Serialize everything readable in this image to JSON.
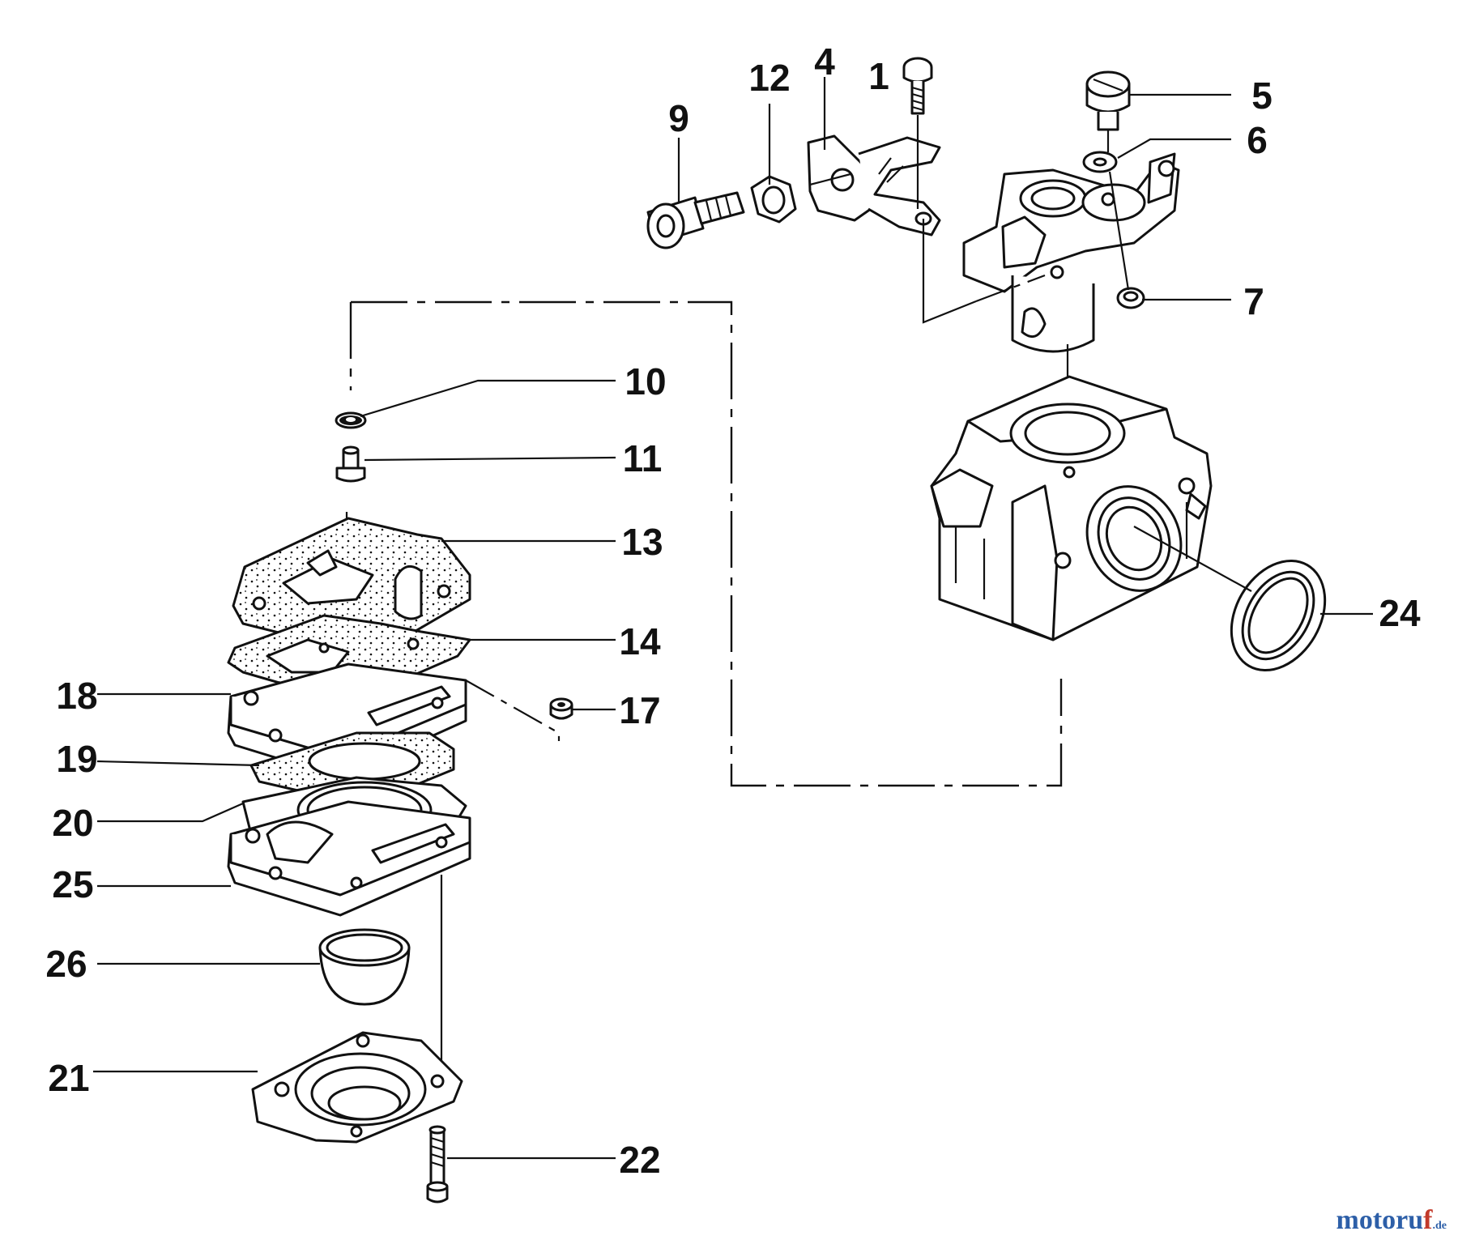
{
  "callouts": [
    {
      "id": "1",
      "label": "1"
    },
    {
      "id": "4",
      "label": "4"
    },
    {
      "id": "5",
      "label": "5"
    },
    {
      "id": "6",
      "label": "6"
    },
    {
      "id": "7",
      "label": "7"
    },
    {
      "id": "9",
      "label": "9"
    },
    {
      "id": "10",
      "label": "10"
    },
    {
      "id": "11",
      "label": "11"
    },
    {
      "id": "12",
      "label": "12"
    },
    {
      "id": "13",
      "label": "13"
    },
    {
      "id": "14",
      "label": "14"
    },
    {
      "id": "17",
      "label": "17"
    },
    {
      "id": "18",
      "label": "18"
    },
    {
      "id": "19",
      "label": "19"
    },
    {
      "id": "20",
      "label": "20"
    },
    {
      "id": "21",
      "label": "21"
    },
    {
      "id": "22",
      "label": "22"
    },
    {
      "id": "24",
      "label": "24"
    },
    {
      "id": "25",
      "label": "25"
    },
    {
      "id": "26",
      "label": "26"
    }
  ],
  "watermark": {
    "main": "motoru",
    "accent": "f",
    "tld": ".de"
  }
}
